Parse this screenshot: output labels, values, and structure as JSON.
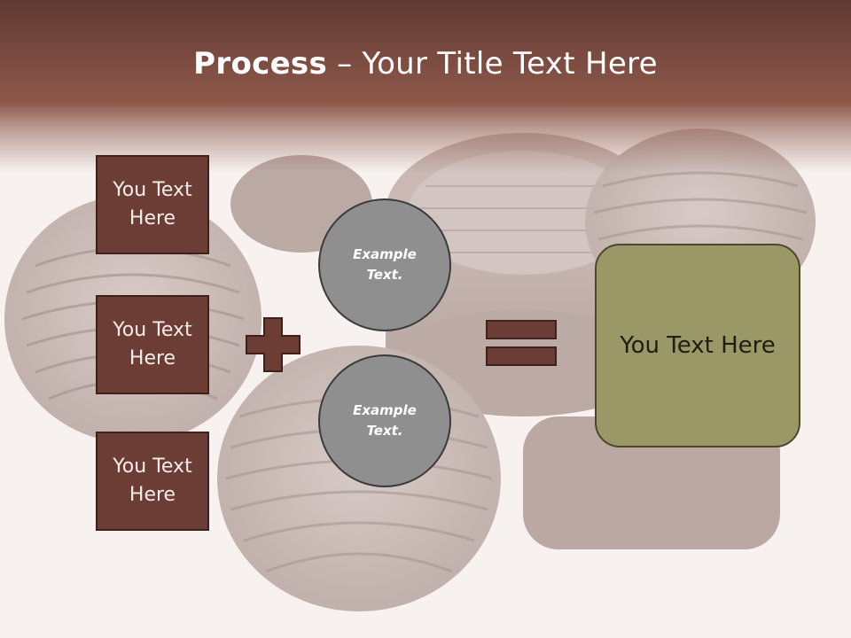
{
  "title": {
    "bold": "Process",
    "rest": " – Your Title Text Here"
  },
  "left_boxes": [
    {
      "label": "You Text Here"
    },
    {
      "label": "You Text Here"
    },
    {
      "label": "You Text Here"
    }
  ],
  "circles": [
    {
      "label": "Example Text."
    },
    {
      "label": "Example Text."
    }
  ],
  "result": {
    "label": "You Text Here"
  },
  "operators": {
    "plus": "plus-icon",
    "equals": "equals-icon"
  },
  "colors": {
    "title_bar": "#7a4a40",
    "box_fill": "#6b3d34",
    "circle_fill": "#8f8f8f",
    "result_fill": "#999866"
  }
}
